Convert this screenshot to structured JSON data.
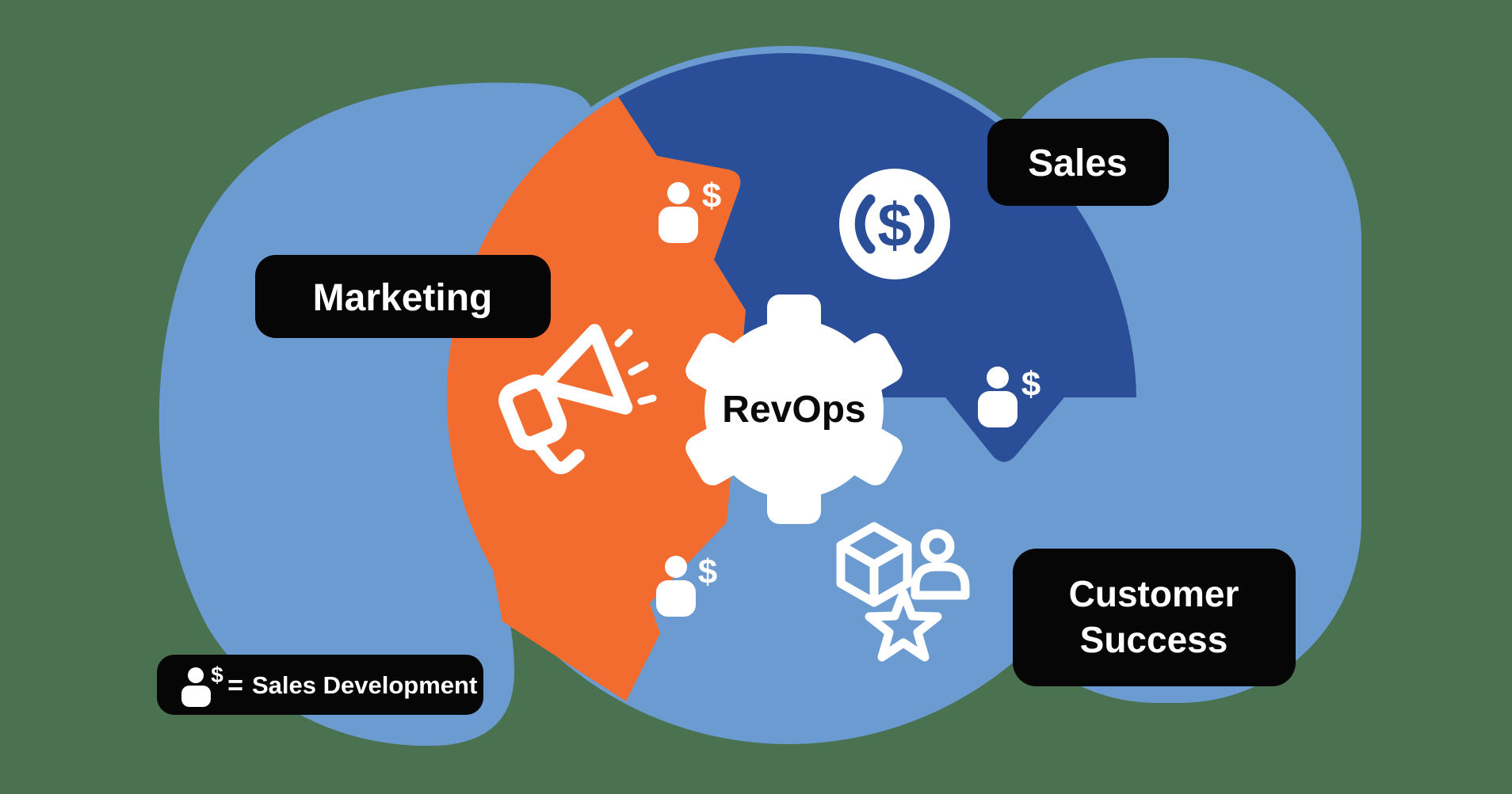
{
  "colors": {
    "background": "#4A7150",
    "region_light_blue": "#6C9BD1",
    "region_dark_blue": "#2B4E99",
    "region_orange": "#F26C2F",
    "label_background": "#060606",
    "label_text": "#FFFFFF",
    "center_text": "#0A0A0A",
    "icon_white": "#FFFFFF"
  },
  "regions": {
    "marketing": {
      "label": "Marketing"
    },
    "sales": {
      "label": "Sales"
    },
    "customer_success": {
      "label_line1": "Customer",
      "label_line2": "Success"
    },
    "center": {
      "label": "RevOps"
    }
  },
  "legend": {
    "equals": "=",
    "label": "Sales Development",
    "icon": "person-dollar-icon"
  },
  "glyphs": {
    "dollar": "$"
  },
  "icon_names": [
    "megaphone-icon",
    "gear-icon",
    "dollar-coin-icon",
    "person-dollar-icon-marketing",
    "person-dollar-icon-sales",
    "person-dollar-icon-customer",
    "package-box-icon",
    "customer-person-icon",
    "star-icon"
  ]
}
